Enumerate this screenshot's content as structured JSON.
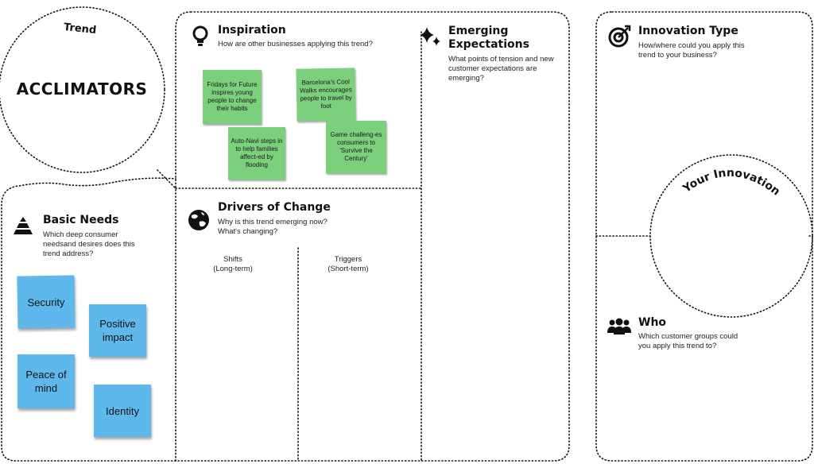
{
  "trend": {
    "label": "Trend",
    "name": "ACCLIMATORS"
  },
  "inspiration": {
    "title": "Inspiration",
    "subtitle": "How are other businesses applying this trend?",
    "notes": [
      "Fridays for Future inspires young people to change their habits",
      "Barcelona's Cool Walks encourages people to travel by foot",
      "Auto-Navi steps in to help families affect-ed by flooding",
      "Game challeng-es consumers to 'Survive the Century'"
    ]
  },
  "emerging": {
    "title_line1": "Emerging",
    "title_line2": "Expectations",
    "subtitle": "What points of tension and new customer expectations are emerging?"
  },
  "innovation_type": {
    "title": "Innovation Type",
    "subtitle": "How/where could you apply this trend to your business?"
  },
  "your_innovation": {
    "label": "Your Innovation"
  },
  "basic_needs": {
    "title": "Basic Needs",
    "subtitle": "Which deep consumer needsand desires does this trend address?",
    "notes": [
      "Security",
      "Positive impact",
      "Peace of mind",
      "Identity"
    ]
  },
  "drivers": {
    "title": "Drivers of Change",
    "subtitle_line1": "Why is this trend emerging now?",
    "subtitle_line2": "What's changing?",
    "shifts_line1": "Shifts",
    "shifts_line2": "(Long-term)",
    "triggers_line1": "Triggers",
    "triggers_line2": "(Short-term)"
  },
  "who": {
    "title": "Who",
    "subtitle": "Which customer groups could you apply this trend to?"
  },
  "colors": {
    "green_note": "#7cd07c",
    "blue_note": "#5fb8ec",
    "ink": "#111111"
  },
  "icons": [
    "lightbulb-icon",
    "sparkle-icon",
    "target-icon",
    "pyramid-icon",
    "globe-icon",
    "people-icon"
  ]
}
